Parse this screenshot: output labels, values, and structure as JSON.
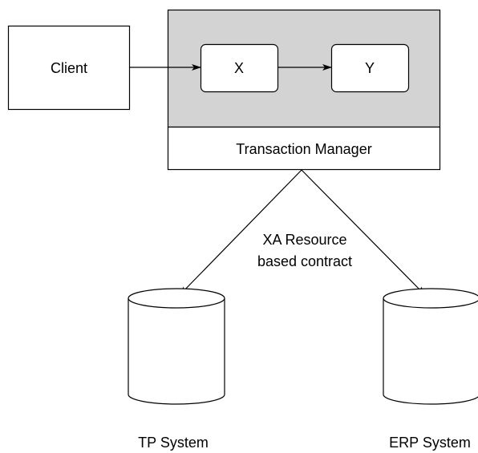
{
  "nodes": {
    "client": "Client",
    "x": "X",
    "y": "Y",
    "transaction_manager": "Transaction Manager",
    "tp_system": "TP System",
    "erp_system": "ERP System"
  },
  "edges": {
    "contract_label_line1": "XA Resource",
    "contract_label_line2": "based contract"
  },
  "colors": {
    "container_fill": "#d3d3d3",
    "stroke": "#000000",
    "box_fill": "#ffffff"
  }
}
